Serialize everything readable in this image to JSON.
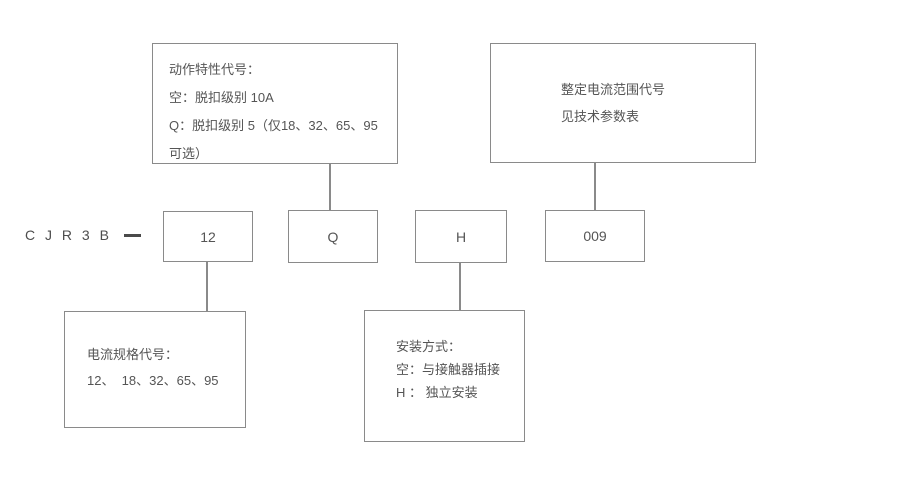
{
  "page": {
    "background_color": "#ffffff",
    "border_color": "#8a8a8a",
    "text_color": "#4d4d4d"
  },
  "model": {
    "prefix": "C J R 3 B",
    "separator": "—",
    "codes": [
      {
        "value": "12"
      },
      {
        "value": "Q"
      },
      {
        "value": "H"
      },
      {
        "value": "009"
      }
    ]
  },
  "callouts": {
    "action_characteristic": {
      "lines": [
        "动作特性代号：",
        "空：脱扣级别 10A",
        "Q：脱扣级别 5（仅18、32、65、95",
        "可选）"
      ]
    },
    "setting_current_range": {
      "lines": [
        "整定电流范围代号",
        "见技术参数表"
      ]
    },
    "current_spec": {
      "lines": [
        "电流规格代号：",
        "12、  18、32、65、95"
      ]
    },
    "mounting": {
      "lines": [
        "安装方式：",
        "空：与接触器插接",
        "H ： 独立安装"
      ]
    }
  }
}
